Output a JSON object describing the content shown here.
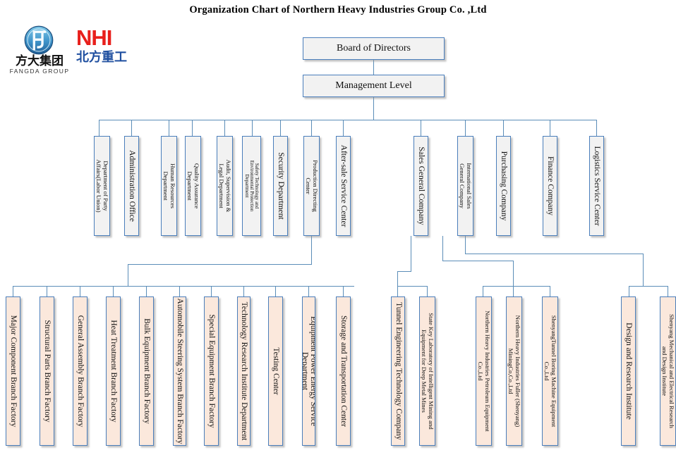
{
  "page": {
    "title": "Organization Chart of Northern Heavy Industries  Group Co. ,Ltd"
  },
  "logos": {
    "fangda": {
      "name": "fangda-group-logo",
      "cn": "方大集团",
      "en": "FANGDA GROUP"
    },
    "nhi": {
      "name": "nhi-logo",
      "en": "NHI",
      "cn": "北方重工"
    }
  },
  "colors": {
    "box_border": "#4A7EBB",
    "box_fill_gray": "#F2F2F2",
    "box_fill_peach": "#FBE8DC",
    "connector": "#5B8DB8",
    "nhi_red": "#E8201C",
    "nhi_blue": "#1F4FA0"
  },
  "chart_data": {
    "type": "diagram",
    "title": "Organization Chart of Northern Heavy Industries  Group Co. ,Ltd",
    "levels": [
      {
        "id": "board",
        "label": "Board of Directors"
      },
      {
        "id": "management",
        "label": "Management Level"
      }
    ],
    "functional_departments": [
      "Department of Party Affairs(Labor Union)",
      "Administration Office",
      "Human Resources Department",
      "Quality Assurance Department",
      "Audit, Supervision & Legal Department",
      "Safety Technology and Environmental Protection Department",
      "Security Department",
      "Production Directing Center",
      "After-sale Service Center"
    ],
    "business_units": [
      "Sales General Company",
      "International Sales General Company",
      "Purchasing Company",
      "Finance Company",
      "Logistics Service Center"
    ],
    "production_units": [
      "Major Component Branch Factory",
      "Structural Parts Branch Factory",
      "General Assembly Branch Factory",
      "Heat Treatment Branch Factory",
      "Bulk Equipment Branch Factory",
      "Automobile Steering System Branch Factory",
      "Special Equipment Branch Factory",
      "Technology Research Institute Department",
      "Testing Center",
      "Equipment Power Energy Service Department",
      "Storage and Transportation Center"
    ],
    "tunnel_units": [
      "Tunnel Engineering Technology Company",
      "State Key Laboratory of Intelligent Mining and Equipment for Deep Metal Mines"
    ],
    "subsidiary_companies": [
      "Northern Heavy Industries Petroleum Equipment Co.,Ltd",
      "Northern Heavy Industries Fuller (Shenyang) MiningCo,Co.,Ltd",
      "ShenyangTunnel Boring Machine Equipment Co.,Ltd"
    ],
    "research_institutes": [
      "Design and Research Institute",
      "Shenyang Mechanical and Electrical Research and Design Institute"
    ]
  },
  "boxes": {
    "board": "Board of Directors",
    "management": "Management Level",
    "f0": "Department of Party\nAffairs(Labor Union)",
    "f1": "Administration Office",
    "f2": "Human Resources\nDepartment",
    "f3": "Quality Assurance\nDepartment",
    "f4": "Audit, Supervision &\nLegal Department",
    "f5": "Safety Technology and\nEnvironmental Protection\nDepartment",
    "f6": "Security Department",
    "f7": "Production Directing\nCenter",
    "f8": "After-sale Service Center",
    "b0": "Sales General Company",
    "b1": "International Sales\nGeneral Company",
    "b2": "Purchasing Company",
    "b3": "Finance Company",
    "b4": "Logistics Service Center",
    "p0": "Major Component Branch Factory",
    "p1": "Structural Parts Branch Factory",
    "p2": "General Assembly Branch Factory",
    "p3": "Heat Treatment Branch Factory",
    "p4": "Bulk Equipment Branch Factory",
    "p5": "Automobile Steering System Branch Factory",
    "p6": "Special Equipment Branch Factory",
    "p7": "Technology Research Institute Department",
    "p8": "Testing Center",
    "p9": "Equipment Power Energy Service Department",
    "p10": "Storage and Transportation Center",
    "t0": "Tunnel Engineering Technology Company",
    "t1": "State Key Laboratory of Intelligent Mining and\nEquipment for Deep Metal Mines",
    "s0": "Northern Heavy Industries Petroleum Equipment\nCo.,Ltd",
    "s1": "Northern Heavy Industries Fuller (Shenyang)\nMiningCo,Co.,Ltd",
    "s2": "ShenyangTunnel Boring Machine Equipment\nCo.,Ltd",
    "r0": "Design and Research Institute",
    "r1": "Shenyang Mechanical and Electrical Research\nand Design Institute"
  }
}
